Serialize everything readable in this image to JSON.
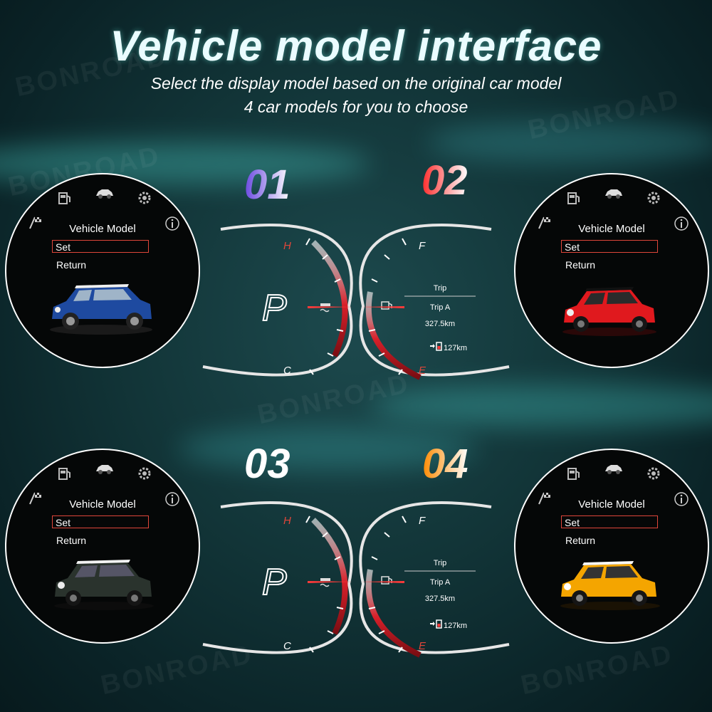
{
  "header": {
    "title": "Vehicle model interface",
    "subtitle_line1": "Select the display model based on the original car model",
    "subtitle_line2": "4 car models for you to choose"
  },
  "watermark": "BONROAD",
  "models": [
    {
      "number": "01",
      "menu_title": "Vehicle Model",
      "set_label": "Set",
      "return_label": "Return",
      "car_color": "#1e4aa0",
      "car_type": "countryman"
    },
    {
      "number": "02",
      "menu_title": "Vehicle Model",
      "set_label": "Set",
      "return_label": "Return",
      "car_color": "#e0191e",
      "car_type": "hatch"
    },
    {
      "number": "03",
      "menu_title": "Vehicle Model",
      "set_label": "Set",
      "return_label": "Return",
      "car_color": "#2a332d",
      "car_type": "hatch"
    },
    {
      "number": "04",
      "menu_title": "Vehicle Model",
      "set_label": "Set",
      "return_label": "Return",
      "car_color": "#f4a500",
      "car_type": "hatch"
    }
  ],
  "gauges": [
    {
      "temp_hot": "H",
      "temp_cold": "C",
      "gear": "P",
      "fuel_full": "F",
      "fuel_empty": "E",
      "trip_heading": "Trip",
      "trip_name": "Trip A",
      "trip_distance": "327.5km",
      "range": "127km"
    },
    {
      "temp_hot": "H",
      "temp_cold": "C",
      "gear": "P",
      "fuel_full": "F",
      "fuel_empty": "E",
      "trip_heading": "Trip",
      "trip_name": "Trip A",
      "trip_distance": "327.5km",
      "range": "127km"
    }
  ],
  "icons": [
    "fuel-pump-icon",
    "car-icon",
    "gear-icon",
    "checkered-flag-icon",
    "info-icon",
    "coolant-temp-icon",
    "fuel-icon"
  ],
  "colors": {
    "accent_red": "#e0463a",
    "gauge_red": "#d8202a",
    "teal_bg": "#123538"
  }
}
